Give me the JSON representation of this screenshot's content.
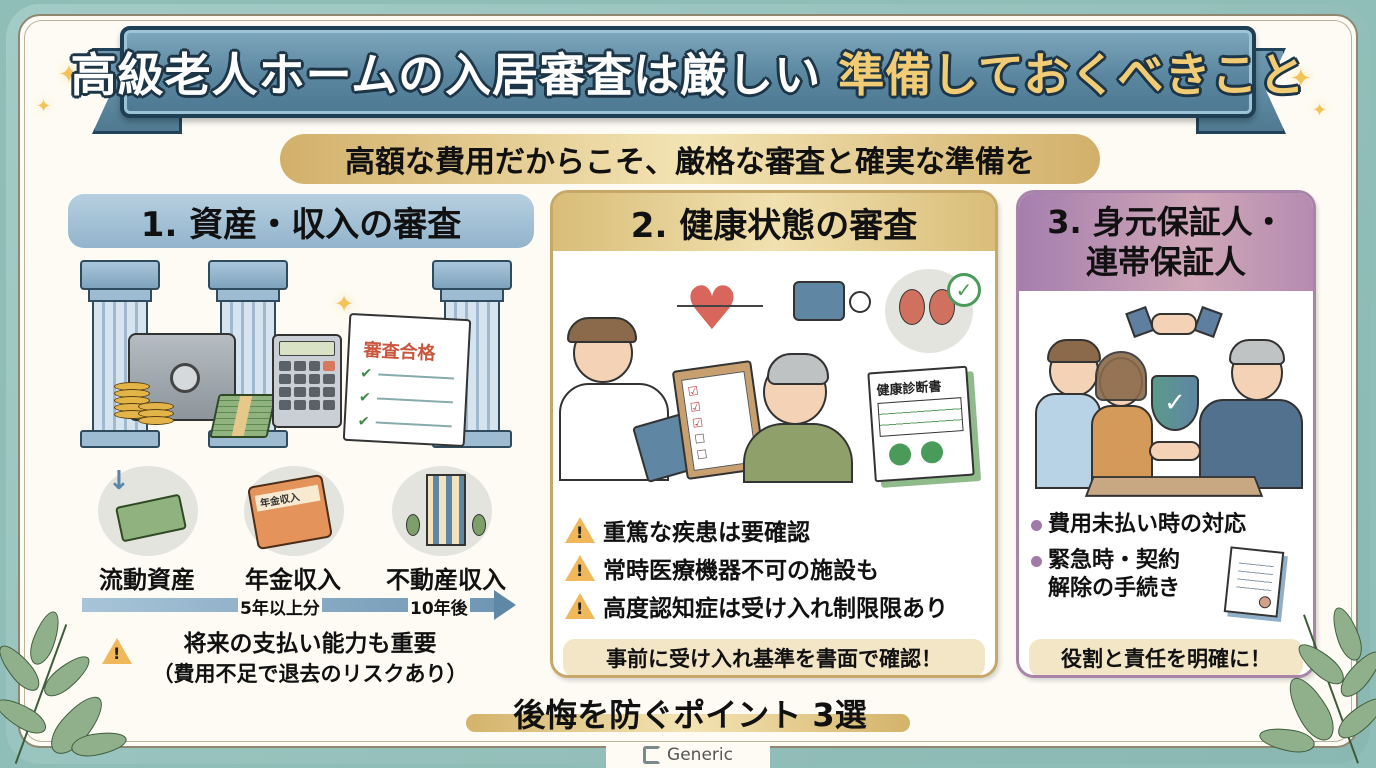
{
  "header": {
    "title_main": "高級老人ホームの入居審査は厳しい",
    "title_accent": "準備しておくべきこと",
    "subtitle": "高額な費用だからこそ、厳格な審査と確実な準備を"
  },
  "sections": [
    {
      "number": "1.",
      "title": "1. 資産・収入の審査",
      "illustration_label": "審査合格",
      "income_types": [
        {
          "label": "流動資産",
          "icon": "cash-icon"
        },
        {
          "label": "年金収入",
          "icon": "pension-book-icon",
          "icon_text": "年金収入"
        },
        {
          "label": "不動産収入",
          "icon": "building-icon"
        }
      ],
      "timeline": [
        "5年以上分",
        "10年後"
      ],
      "warning_line1": "将来の支払い能力も重要",
      "warning_line2": "（費用不足で退去のリスクあり）"
    },
    {
      "number": "2.",
      "title": "2. 健康状態の審査",
      "document_label": "健康診断書",
      "bullets": [
        "重篤な疾患は要確認",
        "常時医療機器不可の施設も",
        "高度認知症は受け入れ制限限あり"
      ],
      "note": "事前に受け入れ基準を書面で確認！"
    },
    {
      "number": "3.",
      "title_line1": "3. 身元保証人・",
      "title_line2": "連帯保証人",
      "bullets": [
        "費用未払い時の対応",
        "緊急時・契約",
        "解除の手続き"
      ],
      "note": "役割と責任を明確に！"
    }
  ],
  "footer": {
    "title": "後悔を防ぐポイント 3選",
    "brand": "Generic"
  },
  "colors": {
    "banner_blue": "#5a86a0",
    "accent_gold": "#f2cc74",
    "card1_blue": "#92b4cc",
    "card2_gold": "#d9bd78",
    "card3_purple": "#a57eae",
    "warning_yellow": "#f0b85a",
    "frame_teal": "#8fbdb8"
  }
}
